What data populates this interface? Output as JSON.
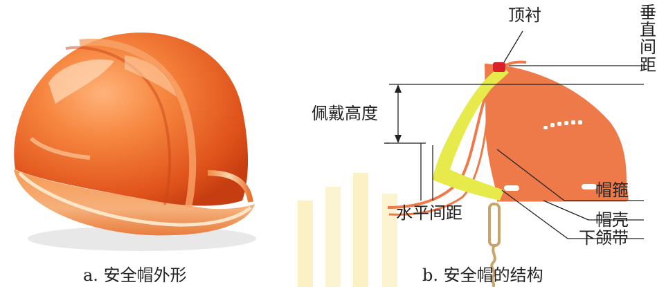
{
  "figure_a": {
    "caption": "a. 安全帽外形"
  },
  "figure_b": {
    "caption": "b. 安全帽的结构",
    "labels": {
      "top_liner": "顶衬",
      "vertical_gap": "垂直间距",
      "wearing_height": "佩戴高度",
      "shell": "帽壳",
      "headband": "帽箍",
      "chin_strap": "下颌带",
      "horizontal_gap": "水平间距"
    }
  },
  "colors": {
    "helmet_orange": "#ee7a4a",
    "helmet_dark": "#d94a1c",
    "liner_red": "#d8202a",
    "headband_yellow": "#e6ea4a",
    "line_black": "#222222",
    "watermark": "#f3d13a"
  }
}
